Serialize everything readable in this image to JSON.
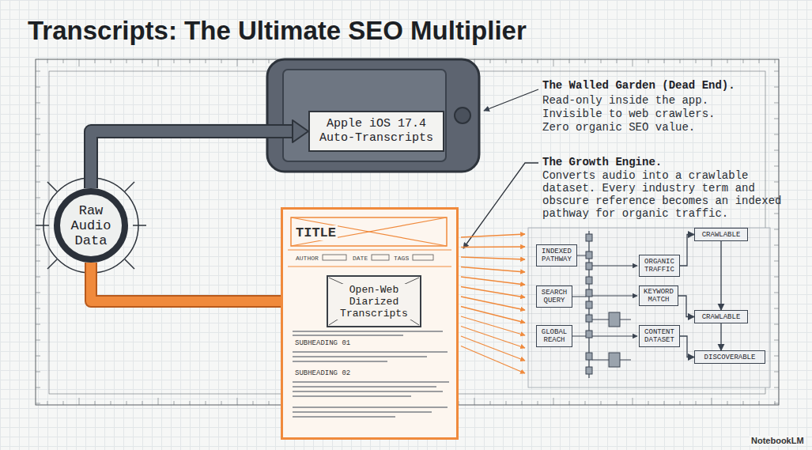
{
  "diagram": {
    "title": "Transcripts: The Ultimate SEO Multiplier",
    "nodes": [
      {
        "text": [
          "Raw Audio Data"
        ]
      },
      {
        "text": [
          "Apple iOS 17.4 Auto-Transcripts"
        ]
      },
      {
        "text": [
          "TITLE",
          "AUTHOR",
          "DATE",
          "TAGS",
          "SUBHEADING 01",
          "SUBHEADING 02"
        ]
      },
      {
        "text": [
          "Open-Web Diarized Transcripts"
        ],
        "in": 2
      },
      {
        "text": [
          "INDEXED PATHWAY"
        ]
      },
      {
        "text": [
          "SEARCH QUERY"
        ]
      },
      {
        "text": [
          "GLOBAL REACH"
        ]
      },
      {
        "text": [
          "ORGANIC TRAFFIC"
        ]
      },
      {
        "text": [
          "KEYWORD MATCH"
        ]
      },
      {
        "text": [
          "CONTENT DATASET"
        ]
      },
      {
        "text": [
          "CRAWLABLE"
        ]
      },
      {
        "text": [
          "CRAWLABLE"
        ]
      },
      {
        "text": [
          "DISCOVERABLE"
        ]
      }
    ],
    "edges": [
      {
        "from": 0,
        "to": 1,
        "arrow": "to"
      },
      {
        "from": 0,
        "to": 3,
        "arrow": "to"
      },
      {
        "from": 7,
        "to": 10,
        "arrow": "to"
      },
      {
        "from": 10,
        "to": 11,
        "arrow": "to"
      },
      {
        "from": 11,
        "to": 12,
        "arrow": "to"
      },
      {
        "from": 8,
        "to": 11,
        "arrow": "to"
      },
      {
        "from": 9,
        "to": 12,
        "arrow": "to"
      }
    ],
    "labels": [
      "The Walled Garden (Dead End).",
      "Read-only inside the app.",
      "Invisible to web crawlers.",
      "Zero organic SEO value.",
      "The Growth Engine.",
      "Converts audio into a crawlable dataset. Every industry term and obscure reference becomes an indexed pathway for organic traffic.",
      "NotebookLM"
    ]
  }
}
